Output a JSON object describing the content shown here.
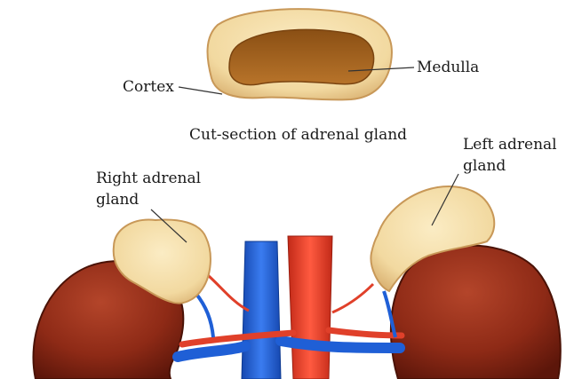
{
  "labels": {
    "cortex": "Cortex",
    "medulla": "Medulla",
    "caption": "Cut-section of adrenal gland",
    "right_adrenal_line1": "Right adrenal",
    "right_adrenal_line2": "gland",
    "left_adrenal_line1": "Left adrenal",
    "left_adrenal_line2": "gland"
  },
  "colors": {
    "background": "#ffffff",
    "adrenal_cortex": "#f2d9a0",
    "adrenal_medulla": "#a8651e",
    "kidney": "#8e2a16",
    "vein": "#1f5fd6",
    "artery": "#e0402a",
    "leader_line": "#333333"
  }
}
